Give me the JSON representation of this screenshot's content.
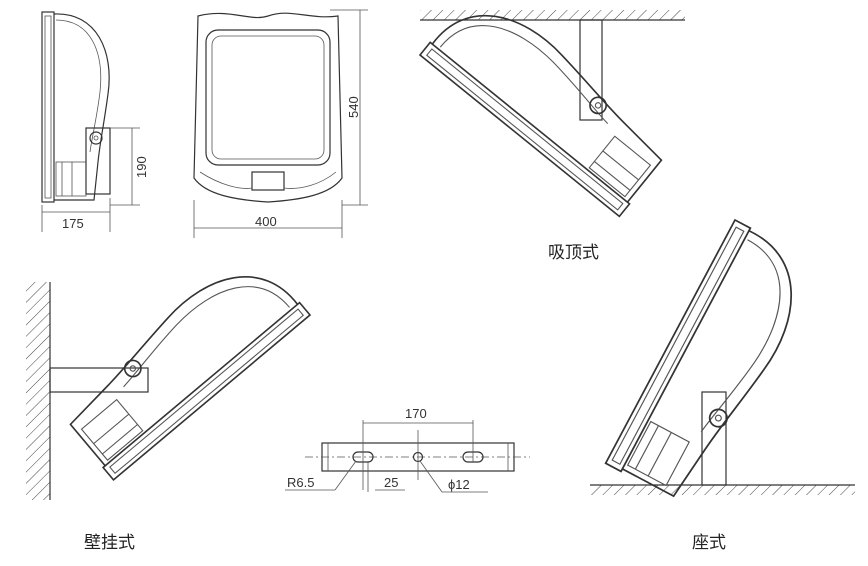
{
  "dimensions": {
    "side_depth": "175",
    "bracket_height": "190",
    "front_width": "400",
    "front_height": "540",
    "bracket_hole_spacing": "170",
    "slot_radius": "R6.5",
    "slot_length": "25",
    "hole_diameter": "ϕ12"
  },
  "labels": {
    "ceiling_mount": "吸顶式",
    "wall_mount": "壁挂式",
    "floor_mount": "座式"
  }
}
